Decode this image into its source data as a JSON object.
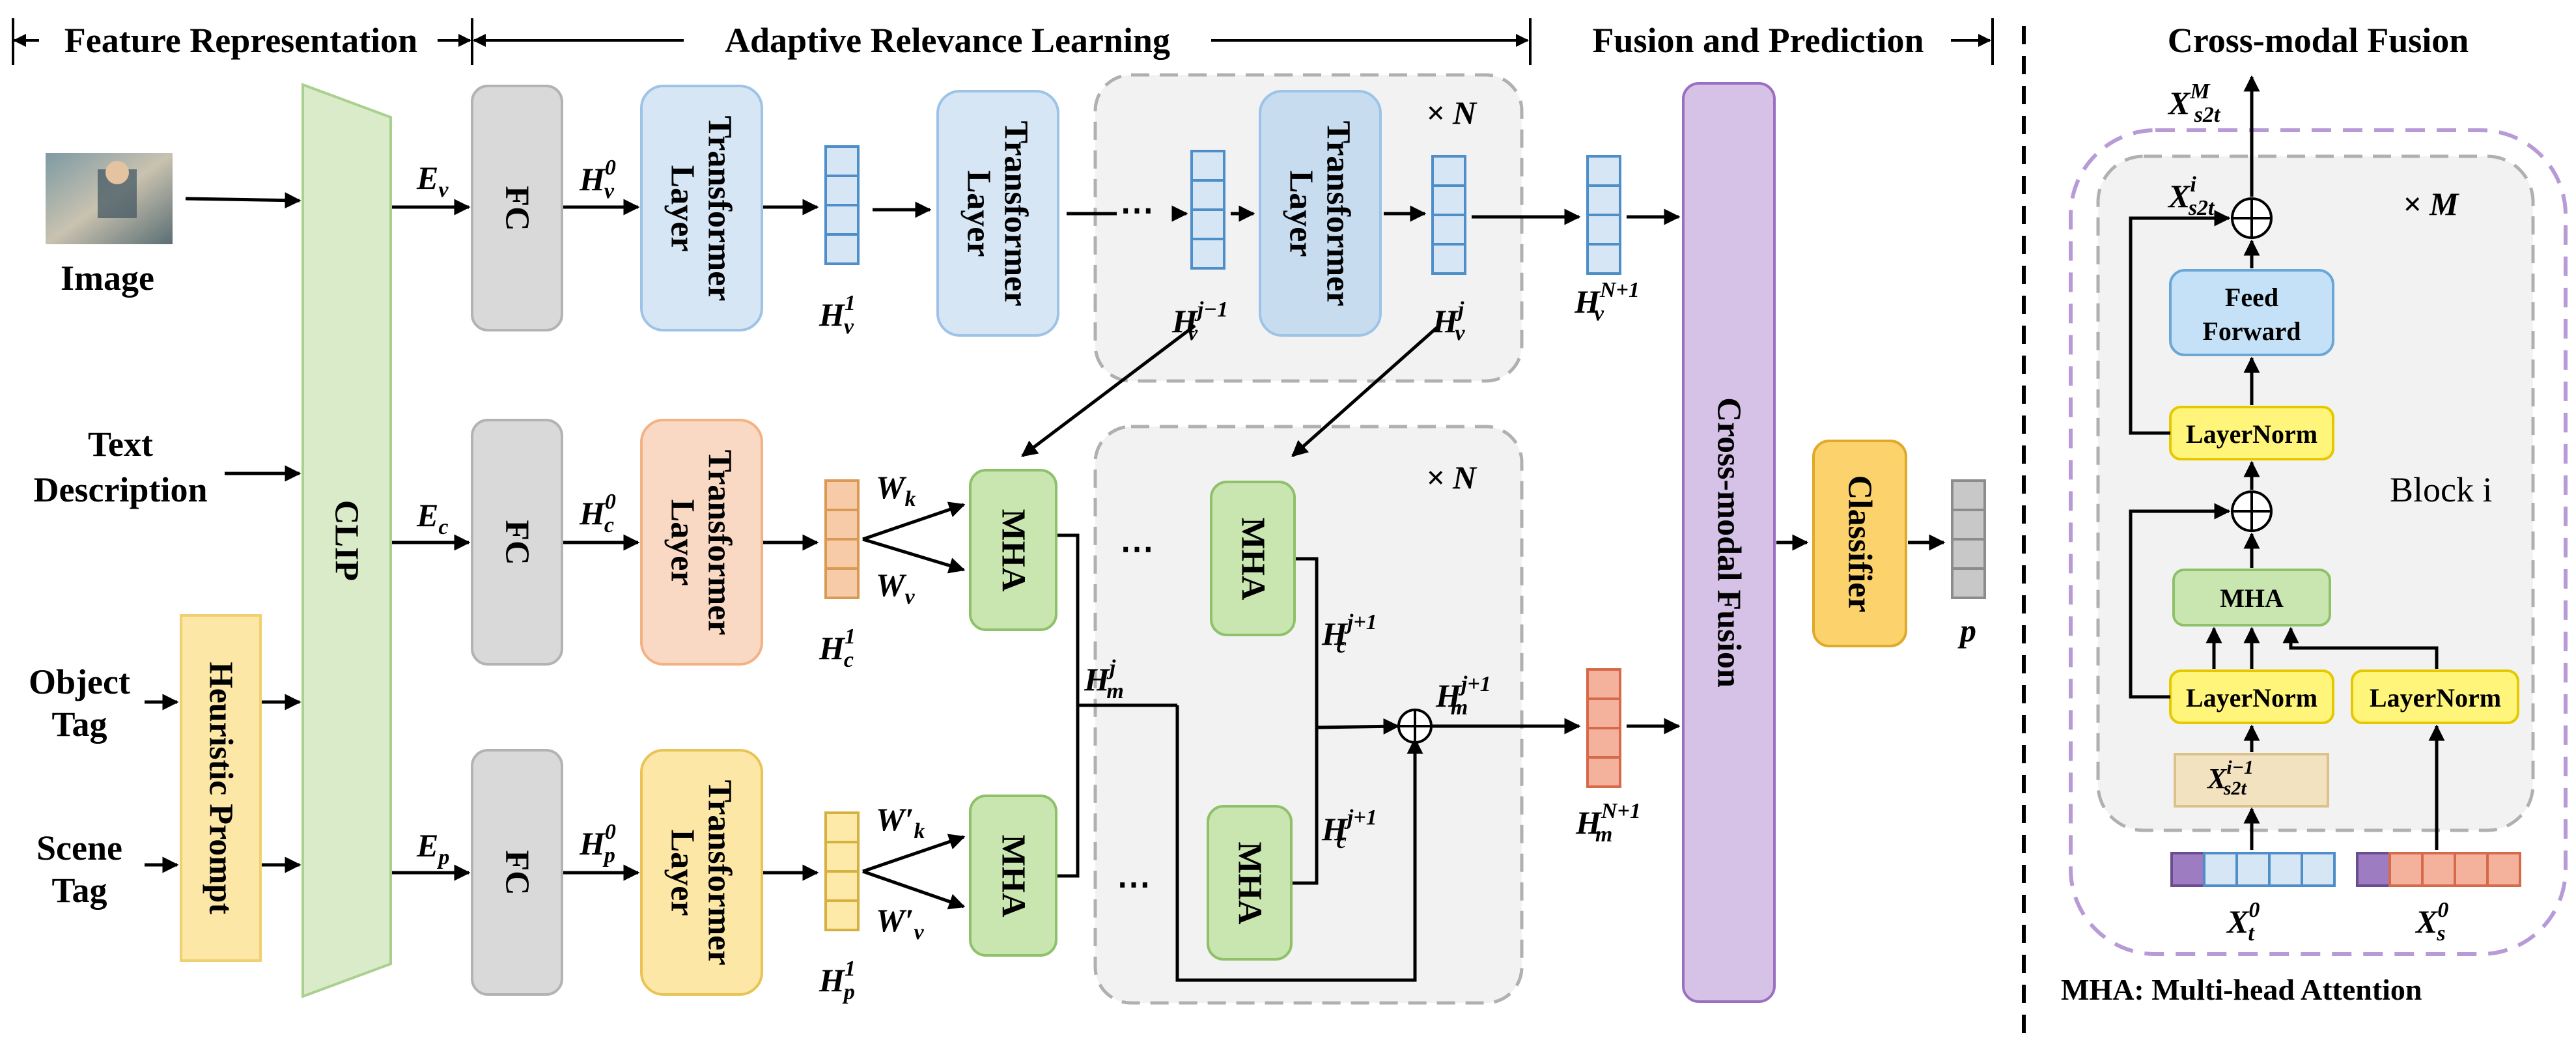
{
  "headers": {
    "feature_representation": "Feature Representation",
    "adaptive_relevance_learning": "Adaptive Relevance Learning",
    "fusion_and_prediction": "Fusion and Prediction",
    "cross_modal_fusion_title": "Cross-modal Fusion"
  },
  "inputs": {
    "image": "Image",
    "text_description_line1": "Text",
    "text_description_line2": "Description",
    "object_tag_line1": "Object",
    "object_tag_line2": "Tag",
    "scene_tag_line1": "Scene",
    "scene_tag_line2": "Tag"
  },
  "blocks": {
    "heuristic_prompt": "Heuristic Prompt",
    "clip": "CLIP",
    "fc": "FC",
    "transformer_line1": "Transformer",
    "transformer_line2": "Layer",
    "mha": "MHA",
    "cross_modal_fusion": "Cross-modal Fusion",
    "classifier": "Classifier",
    "feed_forward_line1": "Feed",
    "feed_forward_line2": "Forward",
    "layernorm": "LayerNorm",
    "block_i": "Block i"
  },
  "math": {
    "E_v": "E",
    "E_v_sub": "v",
    "E_c": "E",
    "E_c_sub": "c",
    "E_p": "E",
    "E_p_sub": "p",
    "H_v0": "H",
    "H_v0_sub": "v",
    "H_v0_sup": "0",
    "H_c0": "H",
    "H_c0_sub": "c",
    "H_c0_sup": "0",
    "H_p0": "H",
    "H_p0_sub": "p",
    "H_p0_sup": "0",
    "H_v1": "H",
    "H_v1_sub": "v",
    "H_v1_sup": "1",
    "H_c1": "H",
    "H_c1_sub": "c",
    "H_c1_sup": "1",
    "H_p1": "H",
    "H_p1_sub": "p",
    "H_p1_sup": "1",
    "H_vj1": "H",
    "H_vj1_sub": "v",
    "H_vj1_sup": "j−1",
    "H_vj": "H",
    "H_vj_sub": "v",
    "H_vj_sup": "j",
    "H_vN1": "H",
    "H_vN1_sub": "v",
    "H_vN1_sup": "N+1",
    "H_mj": "H",
    "H_mj_sub": "m",
    "H_mj_sup": "j",
    "H_mj1": "H",
    "H_mj1_sub": "m",
    "H_mj1_sup": "j+1",
    "H_mN1": "H",
    "H_mN1_sub": "m",
    "H_mN1_sup": "N+1",
    "H_cj1a": "H",
    "H_cj1a_sub": "c",
    "H_cj1a_sup": "j+1",
    "H_cj1b": "H",
    "H_cj1b_sub": "c",
    "H_cj1b_sup": "j+1",
    "W_k": "W",
    "W_k_sub": "k",
    "W_v": "W",
    "W_v_sub": "v",
    "W_kp": "W′",
    "W_kp_sub": "k",
    "W_vp": "W′",
    "W_vp_sub": "v",
    "p": "p",
    "times_N": "× N",
    "times_M": "× M",
    "X_s2t_M": "X",
    "X_s2t_M_sub": "s2t",
    "X_s2t_M_sup": "M",
    "X_s2t_i": "X",
    "X_s2t_i_sub": "s2t",
    "X_s2t_i_sup": "i",
    "X_s2t_i1": "X",
    "X_s2t_i1_sub": "s2t",
    "X_s2t_i1_sup": "i−1",
    "X_t0": "X",
    "X_t0_sub": "t",
    "X_t0_sup": "0",
    "X_s0": "X",
    "X_s0_sub": "s",
    "X_s0_sup": "0"
  },
  "footnote": "MHA: Multi-head Attention",
  "colors": {
    "clip": "#d9ebc8",
    "fc": "#d9d9d9",
    "vision": "#d6e6f5",
    "text": "#f9d9c4",
    "prompt": "#fde7a6",
    "mha": "#c9e6b0",
    "fusion": "#d6c2e6",
    "classifier": "#fbd26b",
    "feed_forward": "#c5e1f8",
    "layernorm": "#fff57a",
    "x_prev": "#f2e2c0",
    "gray_region": "#f2f2f2"
  }
}
